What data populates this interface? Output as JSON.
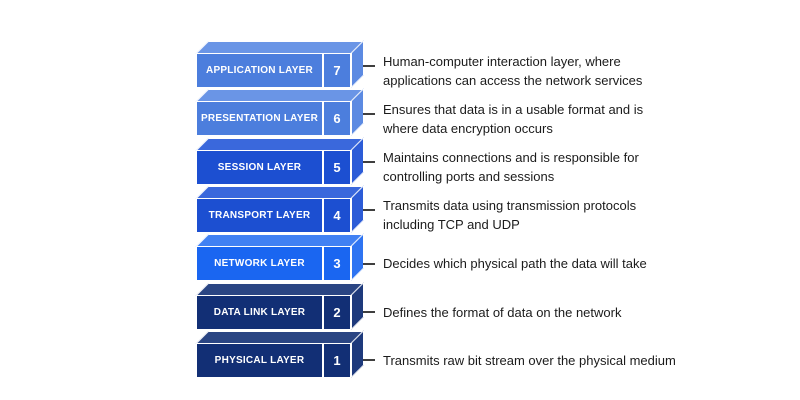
{
  "canvas": {
    "background": "#ffffff"
  },
  "colors": {
    "text": "#1b1b1b",
    "dash": "#3f3f3f",
    "layer_label_text": "#ffffff",
    "palettes": {
      "light": {
        "front": "#4c7edd",
        "top": "#6a95e6",
        "side": "#5c8ae2"
      },
      "royal": {
        "front": "#1c4fd1",
        "top": "#3a68dc",
        "side": "#2c5cd7"
      },
      "bright": {
        "front": "#1a66f1",
        "top": "#4181f3",
        "side": "#2e74f2"
      },
      "dark": {
        "front": "#122f75",
        "top": "#2a4583",
        "side": "#1e3a7c"
      }
    }
  },
  "layers": [
    {
      "number": "7",
      "name": "APPLICATION LAYER",
      "palette": "light",
      "desc_lines": [
        "Human-computer interaction layer, where",
        "applications can access the network services"
      ]
    },
    {
      "number": "6",
      "name": "PRESENTATION LAYER",
      "palette": "light",
      "desc_lines": [
        "Ensures that data is in a usable format and is",
        "where data encryption occurs"
      ]
    },
    {
      "number": "5",
      "name": "SESSION LAYER",
      "palette": "royal",
      "desc_lines": [
        "Maintains connections and is responsible for",
        "controlling ports and sessions"
      ]
    },
    {
      "number": "4",
      "name": "TRANSPORT LAYER",
      "palette": "royal",
      "desc_lines": [
        "Transmits data using transmission protocols",
        "including TCP and UDP"
      ]
    },
    {
      "number": "3",
      "name": "NETWORK LAYER",
      "palette": "bright",
      "desc_lines": [
        "Decides which physical path the data will take"
      ]
    },
    {
      "number": "2",
      "name": "DATA LINK LAYER",
      "palette": "dark",
      "desc_lines": [
        "Defines the format of data on the network"
      ]
    },
    {
      "number": "1",
      "name": "PHYSICAL LAYER",
      "palette": "dark",
      "desc_lines": [
        "Transmits raw bit stream over the physical medium"
      ]
    }
  ]
}
